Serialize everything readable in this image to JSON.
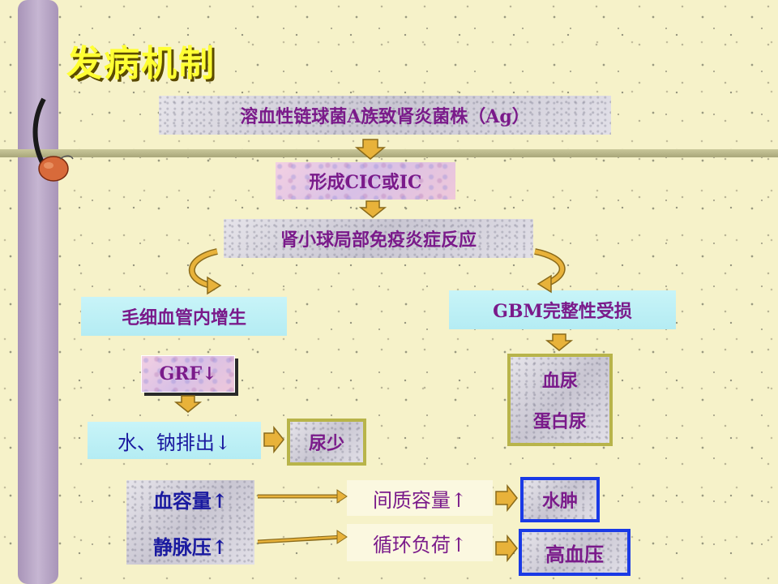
{
  "slide": {
    "title": "发病机制",
    "source": "溶血性链球菌A族致肾炎菌株（Ag）",
    "complex": "形成CIC或IC",
    "reaction": "肾小球局部免疫炎症反应",
    "left_branch": "毛细血管内增生",
    "right_branch": "GBM完整性受损",
    "grf": "GRF↓",
    "hematuria": "血尿",
    "proteinuria": "蛋白尿",
    "water_sodium": "水、钠排出↓",
    "oliguria": "尿少",
    "blood_volume": "血容量↑",
    "venous_pressure": "静脉压↑",
    "interstitial": "间质容量↑",
    "circulation_load": "循环负荷↑",
    "edema": "水肿",
    "hypertension": "高血压"
  },
  "colors": {
    "title": "#ffff33",
    "text_purple": "#7a1a8a",
    "text_blue": "#1a1aa0",
    "arrow_fill": "#e8b23a",
    "arrow_stroke": "#8a6a1a",
    "box_border_olive": "#b8b44a",
    "box_border_blue": "#1a3ae6"
  }
}
